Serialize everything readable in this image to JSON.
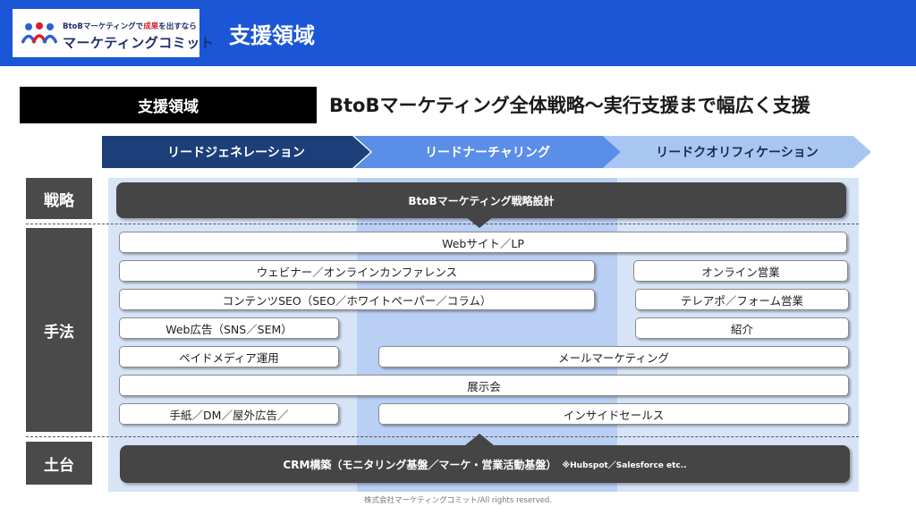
{
  "header": {
    "logo_tagline_pre": "BtoBマーケティングで",
    "logo_tagline_red": "成果",
    "logo_tagline_post": "を出すなら",
    "logo_name": "マーケティングコミット",
    "title": "支援領域"
  },
  "section": {
    "label": "支援領域",
    "headline": "BtoBマーケティング全体戦略〜実行支援まで幅広く支援"
  },
  "phases": [
    "リードジェネレーション",
    "リードナーチャリング",
    "リードクオリフィケーション"
  ],
  "categories": [
    "戦略",
    "手法",
    "土台"
  ],
  "strategy_bar": "BtoBマーケティング戦略設計",
  "methods": {
    "web_site": "Webサイト／LP",
    "webinar": "ウェビナー／オンラインカンファレンス",
    "contents": "コンテンツSEO（SEO／ホワイトペーパー／コラム）",
    "web_ads": "Web広告（SNS／SEM）",
    "paid_media": "ペイドメディア運用",
    "exhibition": "展示会",
    "offline_ads": "手紙／DM／屋外広告／",
    "mail_marketing": "メールマーケティング",
    "inside_sales": "インサイドセールス",
    "online_sales": "オンライン営業",
    "tele_appo": "テレアポ／フォーム営業",
    "referral": "紹介"
  },
  "foundation": {
    "label": "CRM構築（モニタリング基盤／マーケ・営業活動基盤）",
    "note": "※Hubspot／Salesforce etc.."
  },
  "footer": "株式会社マーケティングコミット/All rights reserved.",
  "colors": {
    "header_blue": "#1a56d6",
    "phase_dark": "#1c3f7a",
    "phase_mid": "#5a8ee8",
    "phase_light": "#a9c6f3",
    "category_gray": "#4a4a4a"
  }
}
